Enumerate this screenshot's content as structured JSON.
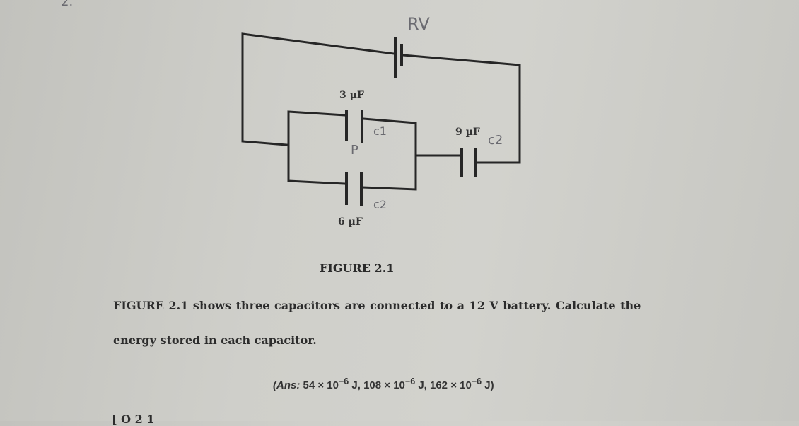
{
  "question_number": "2.",
  "figure": {
    "caption": "FIGURE 2.1",
    "capacitors": [
      {
        "id": "C1",
        "label": "3 µF"
      },
      {
        "id": "C2",
        "label": "6 µF"
      },
      {
        "id": "C3",
        "label": "9 µF"
      }
    ],
    "handwritten": {
      "battery_note": "RV",
      "c_top": "c1",
      "c_bottom": "c2",
      "c_series": "c2",
      "parallel_note": "P"
    }
  },
  "question_text_line1": "FIGURE 2.1 shows three capacitors are connected to a 12 V battery. Calculate the",
  "question_text_line2": "energy stored in each capacitor.",
  "answer": {
    "prefix": "(Ans:",
    "values": [
      "54 × 10",
      "−6",
      " J, 108 × 10",
      "−6",
      " J, 162 × 10",
      "−6",
      " J)"
    ]
  },
  "footer_code": "[ O 2 1"
}
